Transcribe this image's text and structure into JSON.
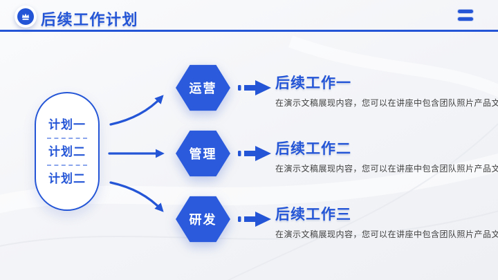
{
  "theme": {
    "accent": "#2355D6",
    "hex_fill": "#2B5BDC",
    "body_text": "#3F3F3F",
    "bg": "#F4F5F7"
  },
  "header": {
    "title": "后续工作计划",
    "badge_icon": "crown-icon",
    "menu_icon": "menu-equals-icon"
  },
  "pill": {
    "items": [
      "计划一",
      "计划二",
      "计划二"
    ]
  },
  "rows": [
    {
      "hex": "运营",
      "heading": "后续工作一",
      "body": "在演示文稿展现内容，您可以在讲座中包含团队照片产品文字"
    },
    {
      "hex": "管理",
      "heading": "后续工作二",
      "body": "在演示文稿展现内容，您可以在讲座中包含团队照片产品文字"
    },
    {
      "hex": "研发",
      "heading": "后续工作三",
      "body": "在演示文稿展现内容，您可以在讲座中包含团队照片产品文字"
    }
  ]
}
